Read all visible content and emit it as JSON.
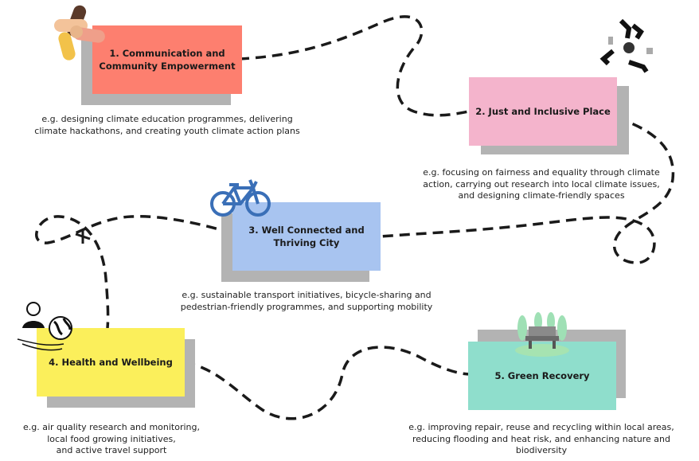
{
  "stages": [
    {
      "title": "1. Communication and\nCommunity Empowerment",
      "description": "e.g. designing climate education programmes, delivering\nclimate hackathons, and creating youth climate action plans",
      "color": "#fd7f6f",
      "icon": "hands-together-icon"
    },
    {
      "title": "2. Just and Inclusive Place",
      "description": "e.g. focusing on fairness and equality through climate\naction, carrying out research into local climate issues,\nand designing climate-friendly spaces",
      "color": "#f4b4cc",
      "icon": "recycle-arrows-icon"
    },
    {
      "title": "3. Well Connected and\nThriving City",
      "description": "e.g. sustainable transport initiatives, bicycle-sharing and\npedestrian-friendly programmes, and supporting mobility",
      "color": "#a8c4f0",
      "icon": "bicycle-icon"
    },
    {
      "title": "4. Health and Wellbeing",
      "description": "e.g. air quality research and monitoring,\nlocal food growing initiatives,\nand active travel support",
      "color": "#fbef5b",
      "icon": "person-globe-icon"
    },
    {
      "title": "5. Green Recovery",
      "description": "e.g. improving repair, reuse and recycling within local areas,\nreducing flooding and heat risk, and enhancing nature and\nbiodiversity",
      "color": "#8fdecc",
      "icon": "park-bench-icon"
    }
  ]
}
